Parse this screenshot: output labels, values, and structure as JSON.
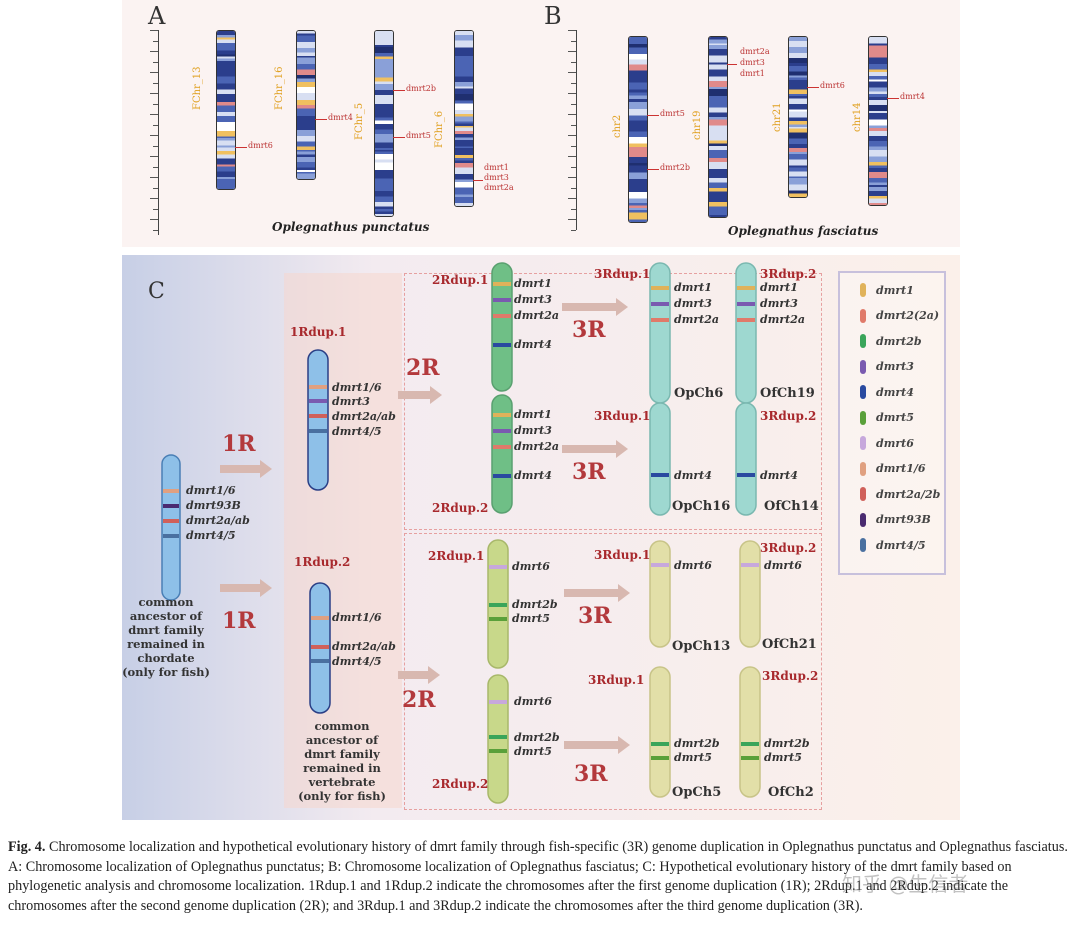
{
  "panel_a": {
    "letter": "A",
    "species": "Oplegnathus punctatus",
    "chromosomes": [
      {
        "name": "FChr_13",
        "genes": [
          "dmrt6"
        ]
      },
      {
        "name": "FChr_16",
        "genes": [
          "dmrt4"
        ]
      },
      {
        "name": "FChr_5",
        "genes": [
          "dmrt2b",
          "dmrt5"
        ]
      },
      {
        "name": "FChr_6",
        "genes": [
          "dmrt1",
          "dmrt3",
          "dmrt2a"
        ]
      }
    ]
  },
  "panel_b": {
    "letter": "B",
    "species": "Oplegnathus fasciatus",
    "chromosomes": [
      {
        "name": "chr2",
        "genes": [
          "dmrt5",
          "dmrt2b"
        ]
      },
      {
        "name": "chr19",
        "genes": [
          "dmrt2a",
          "dmrt3",
          "dmrt1"
        ]
      },
      {
        "name": "chr21",
        "genes": [
          "dmrt6"
        ]
      },
      {
        "name": "chr14",
        "genes": [
          "dmrt4"
        ]
      }
    ]
  },
  "panel_c": {
    "letter": "C",
    "ancestor_chordate": {
      "genes": [
        "dmrt1/6",
        "dmrt93B",
        "dmrt2a/ab",
        "dmrt4/5"
      ],
      "caption": [
        "common",
        "ancestor of",
        "dmrt family",
        "remained in",
        "chordate",
        "(only for fish)"
      ]
    },
    "rdup1_1": {
      "label": "1Rdup.1",
      "genes": [
        "dmrt1/6",
        "dmrt3",
        "dmrt2a/ab",
        "dmrt4/5"
      ]
    },
    "rdup1_2": {
      "label": "1Rdup.2",
      "genes": [
        "dmrt1/6",
        "dmrt2a/ab",
        "dmrt4/5"
      ],
      "caption": [
        "common",
        "ancestor of",
        "dmrt family",
        "remained in",
        "vertebrate",
        "(only for fish)"
      ]
    },
    "r_labels": {
      "r1": "1R",
      "r2": "2R",
      "r3": "3R"
    },
    "rdup2_labels": {
      "d1": "2Rdup.1",
      "d2": "2Rdup.2"
    },
    "rdup3_labels": {
      "d1": "3Rdup.1",
      "d2": "3Rdup.2"
    },
    "top_upper": {
      "genes": [
        "dmrt1",
        "dmrt3",
        "dmrt2a",
        "dmrt4"
      ],
      "ch1": "OpCh6",
      "ch2": "OfCh19",
      "ch_genes": [
        "dmrt1",
        "dmrt3",
        "dmrt2a"
      ]
    },
    "top_lower": {
      "genes": [
        "dmrt1",
        "dmrt3",
        "dmrt2a",
        "dmrt4"
      ],
      "ch1": "OpCh16",
      "ch2": "OfCh14",
      "ch_genes": [
        "dmrt4"
      ]
    },
    "bot_upper": {
      "genes": [
        "dmrt6",
        "dmrt2b",
        "dmrt5"
      ],
      "ch1": "OpCh13",
      "ch2": "OfCh21",
      "ch_genes": [
        "dmrt6"
      ]
    },
    "bot_lower": {
      "genes": [
        "dmrt6",
        "dmrt2b",
        "dmrt5"
      ],
      "ch1": "OpCh5",
      "ch2": "OfCh2",
      "ch_genes": [
        "dmrt2b",
        "dmrt5"
      ]
    },
    "legend": [
      {
        "label": "dmrt1",
        "color": "#e0b25a"
      },
      {
        "label": "dmrt2(2a)",
        "color": "#e07a6a"
      },
      {
        "label": "dmrt2b",
        "color": "#3aa55a"
      },
      {
        "label": "dmrt3",
        "color": "#7a5ab0"
      },
      {
        "label": "dmrt4",
        "color": "#2a4aa0"
      },
      {
        "label": "dmrt5",
        "color": "#5aa03a"
      },
      {
        "label": "dmrt6",
        "color": "#c7a8dc"
      },
      {
        "label": "dmrt1/6",
        "color": "#e0a080"
      },
      {
        "label": "dmrt2a/2b",
        "color": "#d0605a"
      },
      {
        "label": "dmrt93B",
        "color": "#4a2a70"
      },
      {
        "label": "dmrt4/5",
        "color": "#4a70a0"
      }
    ]
  },
  "caption": {
    "lead": "Fig. 4.",
    "text": "Chromosome localization and hypothetical evolutionary history of dmrt family through fish-specific (3R) genome duplication in Oplegnathus punctatus and Oplegnathus fasciatus. A: Chromosome localization of Oplegnathus punctatus; B: Chromosome localization of Oplegnathus fasciatus; C: Hypothetical evolutionary history of the dmrt family based on phylogenetic analysis and chromosome localization. 1Rdup.1 and 1Rdup.2 indicate the chromosomes after the first genome duplication (1R); 2Rdup.1 and 2Rdup.2 indicate the chromosomes after the second genome duplication (2R); and 3Rdup.1 and 3Rdup.2 indicate the chromosomes after the third genome duplication (3R)."
  },
  "watermark": "知乎 @生信者"
}
